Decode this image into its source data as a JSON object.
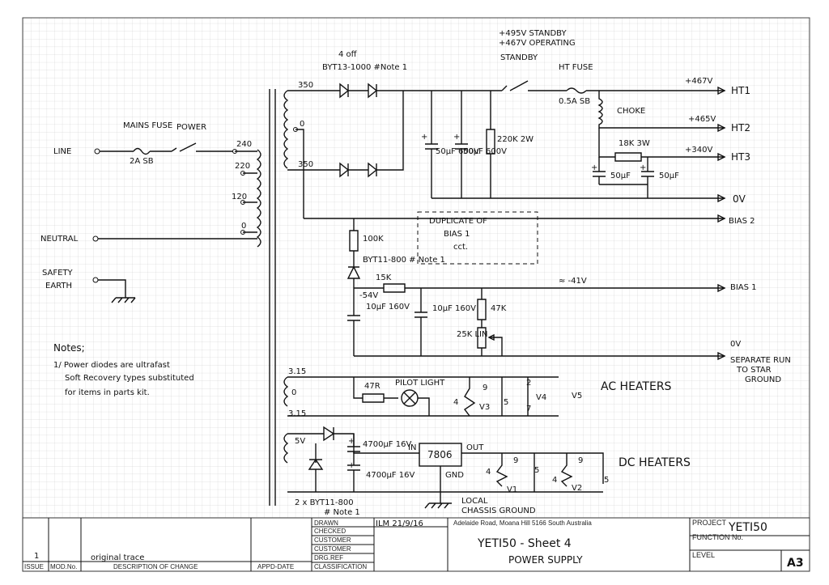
{
  "labels": {
    "standby_voltage": "+495V STANDBY",
    "operating_voltage": "+467V OPERATING",
    "rectifier_qty": "4 off",
    "rectifier_part": "BYT13-1000 #Note 1",
    "standby_switch": "STANDBY",
    "ht_fuse": "HT FUSE",
    "ht_fuse_rating": "0.5A SB",
    "choke": "CHOKE",
    "ht1_voltage": "+467V",
    "ht1": "HT1",
    "ht2_voltage": "+465V",
    "ht2": "HT2",
    "ht3_voltage": "+340V",
    "ht3": "HT3",
    "ht3_resistor": "18K 3W",
    "zero_v": "0V",
    "bias2": "BIAS 2",
    "bias1": "BIAS 1",
    "bias_voltage": "≈ -41V",
    "dup_bias_line1": "DUPLICATE OF",
    "dup_bias_line2": "BIAS 1",
    "dup_bias_line3": "cct.",
    "cap1": "50µF 600V",
    "cap2": "50µF 600V",
    "bleeder": "220K 2W",
    "cap3": "50µF",
    "cap4": "50µF",
    "mains_fuse": "MAINS FUSE",
    "mains_fuse_rating": "2A SB",
    "power": "POWER",
    "line": "LINE",
    "neutral": "NEUTRAL",
    "safety_earth_1": "SAFETY",
    "safety_earth_2": "EARTH",
    "tap_240": "240",
    "tap_220": "220",
    "tap_120": "120",
    "tap_0": "0",
    "sec_350a": "350",
    "sec_0": "0",
    "sec_350b": "350",
    "sec_315a": "3.15",
    "sec_0b": "0",
    "sec_315b": "3.15",
    "sec_5v": "5V",
    "r_100k": "100K",
    "diode_bias": "BYT11-800 # Note 1",
    "r_15k": "15K",
    "v_minus54": "-54V",
    "cap_bias1": "10µF 160V",
    "cap_bias2": "10µF 160V",
    "r_47k": "47K",
    "pot_25k": "25K LIN",
    "separate_run_1": "0V",
    "separate_run_2": "SEPARATE RUN",
    "separate_run_3": "TO STAR",
    "separate_run_4": "GROUND",
    "r_47r": "47R",
    "pilot_light": "PILOT LIGHT",
    "ac_heaters": "AC HEATERS",
    "v3": "V3",
    "v4": "V4",
    "v5": "V5",
    "cap_4700a": "4700µF 16V",
    "cap_4700b": "4700µF 16V",
    "reg": "7806",
    "reg_in": "IN",
    "reg_out": "OUT",
    "reg_gnd": "GND",
    "dc_heaters": "DC HEATERS",
    "v1": "V1",
    "v2": "V2",
    "pin_4": "4",
    "pin_5": "5",
    "pin_9": "9",
    "pin_2": "2",
    "pin_7": "7",
    "dc_diodes": "2 x BYT11-800",
    "dc_diodes_note": "# Note 1",
    "local_ground_1": "LOCAL",
    "local_ground_2": "CHASSIS GROUND",
    "notes_title": "Notes;",
    "note1_line1": "1/ Power diodes are ultrafast",
    "note1_line2": "Soft Recovery types substituted",
    "note1_line3": "for items in parts kit."
  },
  "title_block": {
    "drawn": "DRAWN",
    "checked": "CHECKED",
    "customer1": "CUSTOMER",
    "customer2": "CUSTOMER",
    "drg_ref": "DRG.REF",
    "classification": "CLASSIFICATION",
    "drawn_by": "ILM 21/9/16",
    "company": "Adelaide Road, Moana Hill 5166 South Australia",
    "title_line1": "YETI50 - Sheet 4",
    "title_line2": "POWER SUPPLY",
    "project_label": "PROJECT",
    "project": "YETI50",
    "function_label": "FUNCTION No.",
    "level_label": "LEVEL",
    "size": "A3",
    "issue_label": "ISSUE",
    "mod_label": "MOD.No.",
    "desc_label": "DESCRIPTION OF CHANGE",
    "appd_label": "APPD-DATE",
    "issue_value": "1",
    "desc_value": "original trace"
  }
}
